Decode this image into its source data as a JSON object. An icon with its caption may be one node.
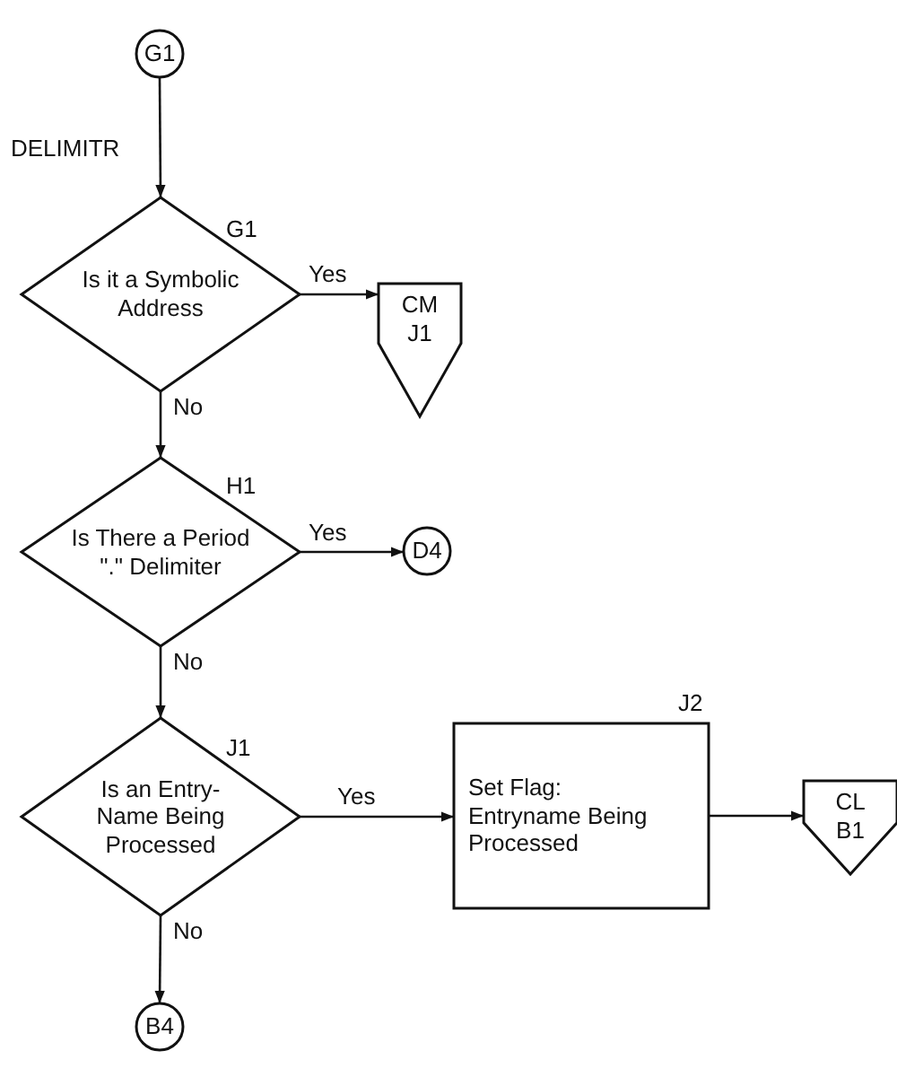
{
  "diagram": {
    "nodes": [
      {
        "text": [
          "G1"
        ]
      },
      {
        "text": [
          "Is it a Symbolic Address"
        ],
        "beside": [
          "G1"
        ]
      },
      {
        "text": [
          "CM",
          "J1"
        ]
      },
      {
        "text": [
          "Is There a Period \".\" Delimiter"
        ],
        "beside": [
          "H1"
        ]
      },
      {
        "text": [
          "D4"
        ]
      },
      {
        "text": [
          "Is an Entry-Name Being Processed"
        ],
        "beside": [
          "J1"
        ]
      },
      {
        "text": [
          "Set Flag: Entryname Being Processed"
        ],
        "beside": [
          "J2"
        ]
      },
      {
        "text": [
          "CL",
          "B1"
        ]
      },
      {
        "text": [
          "B4"
        ]
      }
    ],
    "edges": [
      {
        "from": 0,
        "to": 1,
        "arrow": "to"
      },
      {
        "from": 1,
        "to": 2,
        "arrow": "to",
        "label": "Yes"
      },
      {
        "from": 1,
        "to": 3,
        "arrow": "to",
        "label": "No"
      },
      {
        "from": 3,
        "to": 4,
        "arrow": "to",
        "label": "Yes"
      },
      {
        "from": 3,
        "to": 5,
        "arrow": "to",
        "label": "No"
      },
      {
        "from": 5,
        "to": 6,
        "arrow": "to",
        "label": "Yes"
      },
      {
        "from": 5,
        "to": 8,
        "arrow": "to",
        "label": "No"
      },
      {
        "from": 6,
        "to": 7,
        "arrow": "to"
      }
    ],
    "labels": [
      "DELIMITR"
    ]
  }
}
